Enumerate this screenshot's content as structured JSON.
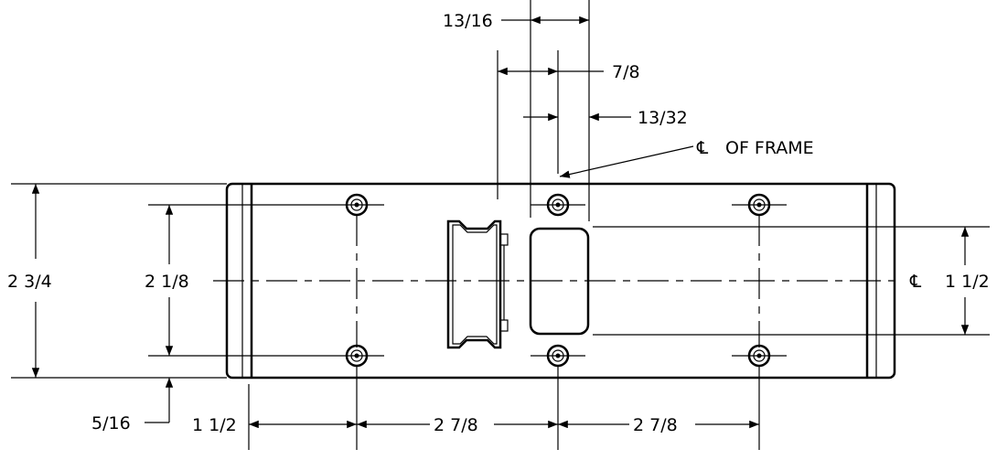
{
  "drawing": {
    "dimensions": {
      "top_13_16": "13/16",
      "top_7_8": "7/8",
      "top_13_32": "13/32",
      "centerline_frame": "OF FRAME",
      "left_2_3_4": "2 3/4",
      "left_2_1_8": "2 1/8",
      "right_1_1_2": "1 1/2",
      "bottom_5_16": "5/16",
      "bottom_1_1_2": "1 1/2",
      "bottom_2_7_8_a": "2 7/8",
      "bottom_2_7_8_b": "2 7/8"
    },
    "symbols": {
      "centerline_symbol_1": "℄",
      "centerline_symbol_2": "℄"
    }
  }
}
